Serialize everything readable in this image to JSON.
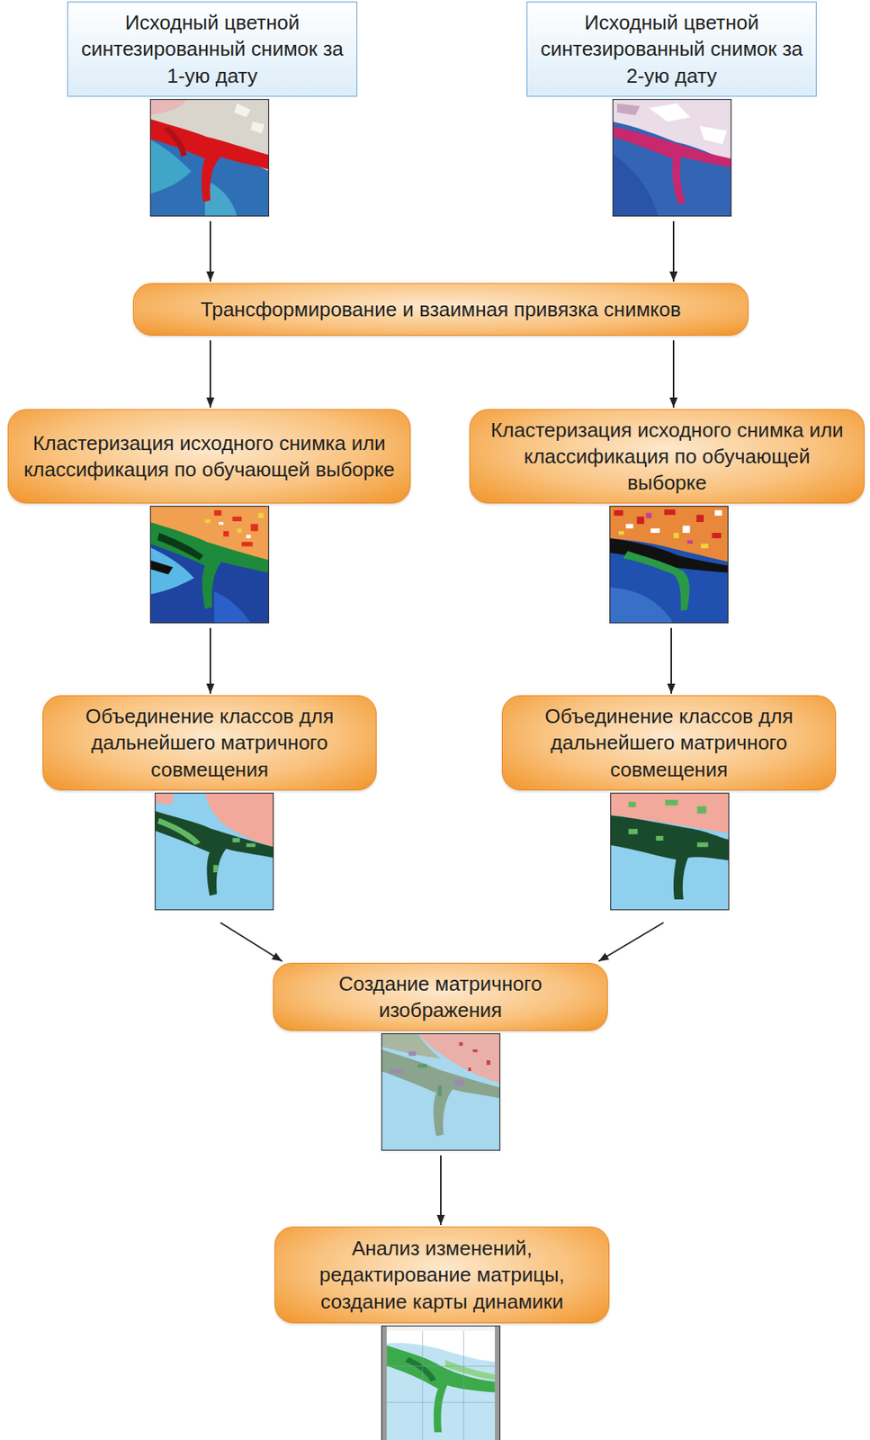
{
  "diagram": {
    "nodes": [
      {
        "text": [
          "Исходный цветной синтезированный снимок за 1-ую дату"
        ]
      },
      {
        "text": [
          "Исходный цветной синтезированный снимок за 2-ую дату"
        ]
      },
      {
        "text": [
          "Трансформирование и взаимная привязка снимков"
        ]
      },
      {
        "text": [
          "Кластеризация исходного снимка или классификация по обучающей выборке"
        ]
      },
      {
        "text": [
          "Кластеризация исходного снимка или классификация по обучающей выборке"
        ]
      },
      {
        "text": [
          "Объединение классов для дальнейшего матричного совмещения"
        ]
      },
      {
        "text": [
          "Объединение классов для дальнейшего матричного совмещения"
        ]
      },
      {
        "text": [
          "Создание матричного изображения"
        ]
      },
      {
        "text": [
          "Анализ изменений, редактирование матрицы, создание карты динамики"
        ]
      }
    ],
    "edges": [
      {
        "from": 0,
        "to": 2,
        "arrow": "to"
      },
      {
        "from": 1,
        "to": 2,
        "arrow": "to"
      },
      {
        "from": 2,
        "to": 3,
        "arrow": "to"
      },
      {
        "from": 2,
        "to": 4,
        "arrow": "to"
      },
      {
        "from": 3,
        "to": 5,
        "arrow": "to"
      },
      {
        "from": 4,
        "to": 6,
        "arrow": "to"
      },
      {
        "from": 5,
        "to": 7,
        "arrow": "to"
      },
      {
        "from": 6,
        "to": 7,
        "arrow": "to"
      },
      {
        "from": 7,
        "to": 8,
        "arrow": "to"
      }
    ]
  }
}
